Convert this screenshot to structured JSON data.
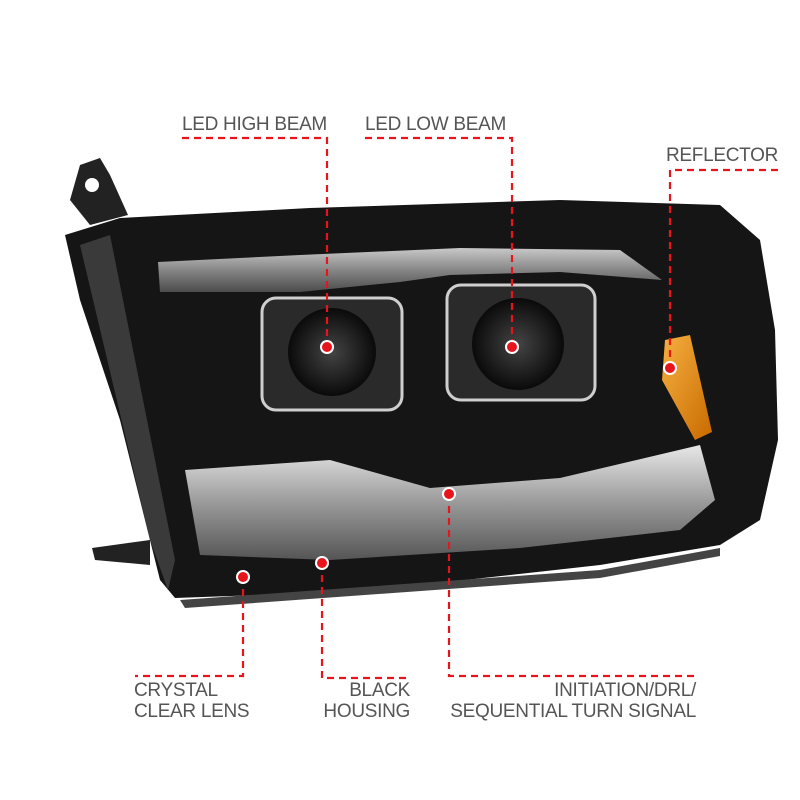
{
  "labels": {
    "high_beam": "LED HIGH BEAM",
    "low_beam": "LED LOW BEAM",
    "reflector": "REFLECTOR",
    "lens_line1": "CRYSTAL",
    "lens_line2": "CLEAR LENS",
    "housing_line1": "BLACK",
    "housing_line2": "HOUSING",
    "drl_line1": "INITIATION/DRL/",
    "drl_line2": "SEQUENTIAL TURN SIGNAL"
  },
  "colors": {
    "callout": "#e8141b",
    "text": "#555555",
    "housing": "#151515",
    "amber": "#e88a10"
  }
}
